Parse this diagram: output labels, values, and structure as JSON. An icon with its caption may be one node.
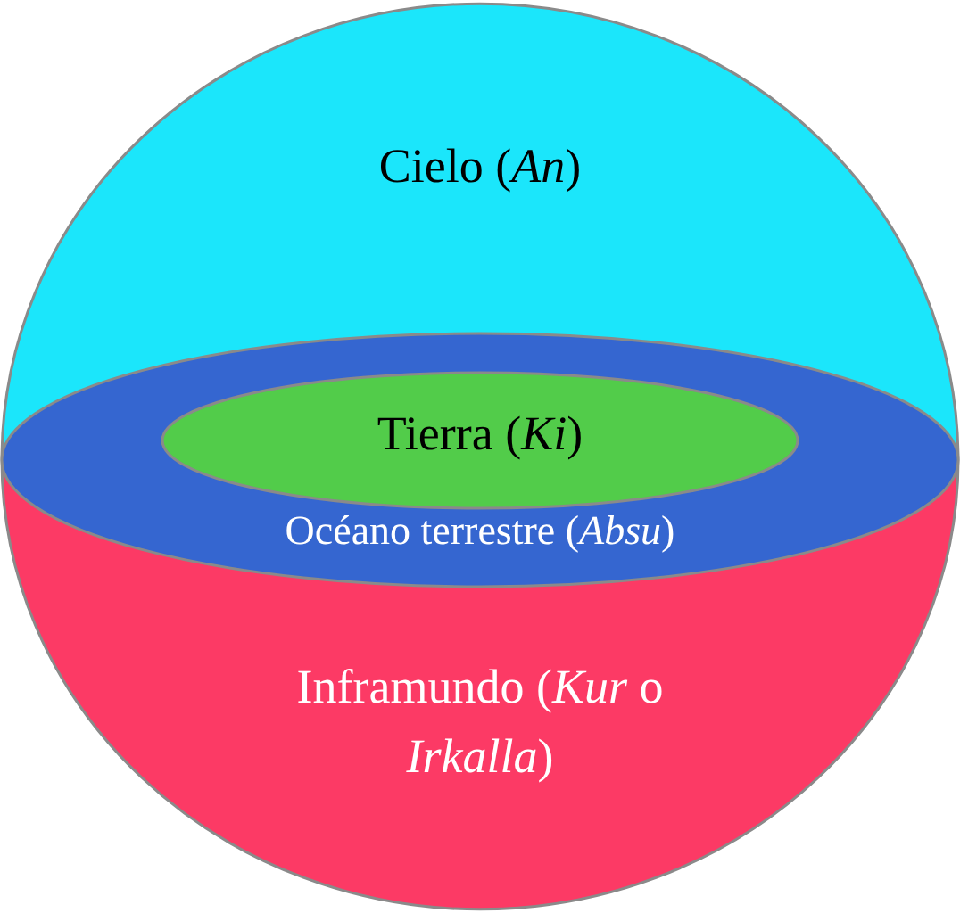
{
  "diagram": {
    "nodes": [
      {
        "text": [
          "Cielo (*An*)"
        ]
      },
      {
        "text": [
          "Inframundo (*Kur* o *Irkalla*)"
        ]
      },
      {
        "text": [
          "Océano terrestre (*Absu*)"
        ]
      },
      {
        "text": [
          "Tierra (*Ki*)"
        ],
        "in": 2
      }
    ],
    "edges": []
  }
}
